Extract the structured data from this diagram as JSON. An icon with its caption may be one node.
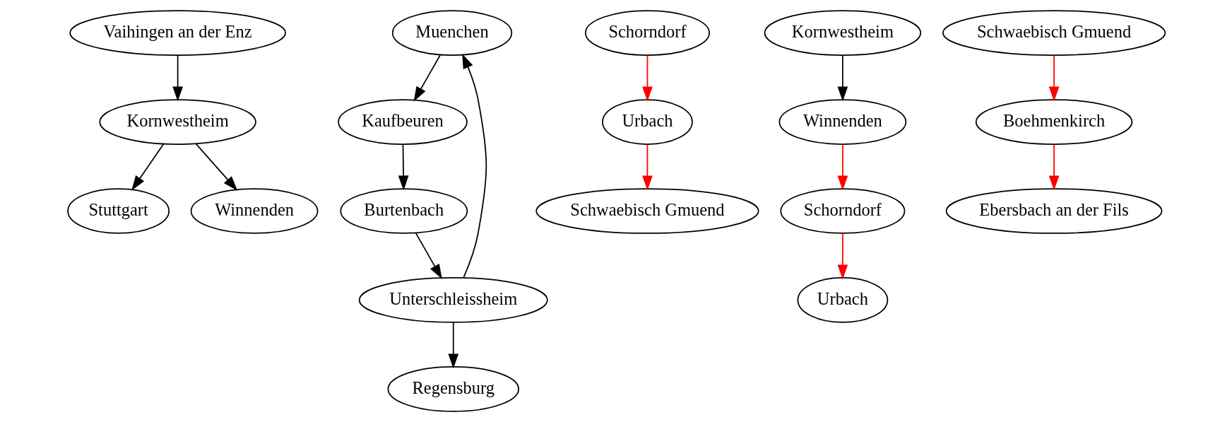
{
  "diagram": {
    "nodes": [
      {
        "text": [
          "Vaihingen an der Enz"
        ]
      },
      {
        "text": [
          "Kornwestheim"
        ]
      },
      {
        "text": [
          "Stuttgart"
        ]
      },
      {
        "text": [
          "Winnenden"
        ]
      },
      {
        "text": [
          "Muenchen"
        ]
      },
      {
        "text": [
          "Kaufbeuren"
        ]
      },
      {
        "text": [
          "Burtenbach"
        ]
      },
      {
        "text": [
          "Unterschleissheim"
        ]
      },
      {
        "text": [
          "Regensburg"
        ]
      },
      {
        "text": [
          "Schorndorf"
        ]
      },
      {
        "text": [
          "Urbach"
        ]
      },
      {
        "text": [
          "Schwaebisch Gmuend"
        ]
      },
      {
        "text": [
          "Schorndorf"
        ]
      },
      {
        "text": [
          "Urbach"
        ]
      },
      {
        "text": [
          "Winnenden"
        ]
      },
      {
        "text": [
          "Kornwestheim"
        ]
      },
      {
        "text": [
          "Schwaebisch Gmuend"
        ]
      },
      {
        "text": [
          "Boehmenkirch"
        ]
      },
      {
        "text": [
          "Ebersbach an der Fils"
        ]
      }
    ],
    "edges": [
      {
        "from": 0,
        "to": 1,
        "arrow": "to"
      },
      {
        "from": 1,
        "to": 2,
        "arrow": "to"
      },
      {
        "from": 1,
        "to": 3,
        "arrow": "to"
      },
      {
        "from": 4,
        "to": 5,
        "arrow": "to"
      },
      {
        "from": 5,
        "to": 6,
        "arrow": "to"
      },
      {
        "from": 6,
        "to": 7,
        "arrow": "to"
      },
      {
        "from": 7,
        "to": 4,
        "arrow": "to"
      },
      {
        "from": 7,
        "to": 8,
        "arrow": "to"
      },
      {
        "from": 9,
        "to": 10,
        "arrow": "to",
        "color": "#ff0000"
      },
      {
        "from": 10,
        "to": 11,
        "arrow": "to",
        "color": "#ff0000"
      },
      {
        "from": 12,
        "to": 13,
        "arrow": "to",
        "color": "#ff0000"
      },
      {
        "from": 14,
        "to": 12,
        "arrow": "to",
        "color": "#ff0000"
      },
      {
        "from": 15,
        "to": 14,
        "arrow": "to"
      },
      {
        "from": 16,
        "to": 17,
        "arrow": "to",
        "color": "#ff0000"
      },
      {
        "from": 17,
        "to": 18,
        "arrow": "to",
        "color": "#ff0000"
      }
    ]
  }
}
